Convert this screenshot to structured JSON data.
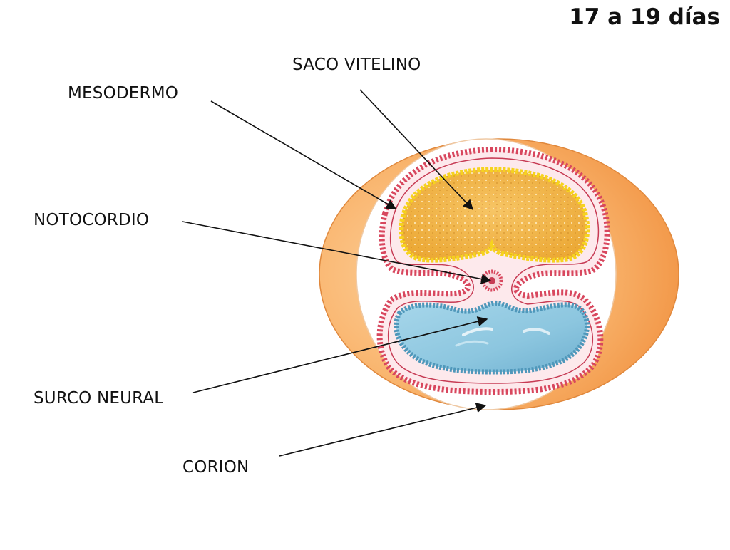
{
  "title": "17 a 19 días",
  "labels": {
    "saco_vitelino": "SACO VITELINO",
    "mesodermo": "MESODERMO",
    "notocordio": "NOTOCORDIO",
    "surco_neural": "SURCO NEURAL",
    "corion": "CORION"
  },
  "colors": {
    "chorion_outer": "#f7a24e",
    "mesoderm": "#d8475e",
    "yolk_sac": "#f1b33c",
    "yolk_rim": "#f6d31e",
    "neural": "#87c3dc",
    "neural_rim": "#4f97ba"
  }
}
